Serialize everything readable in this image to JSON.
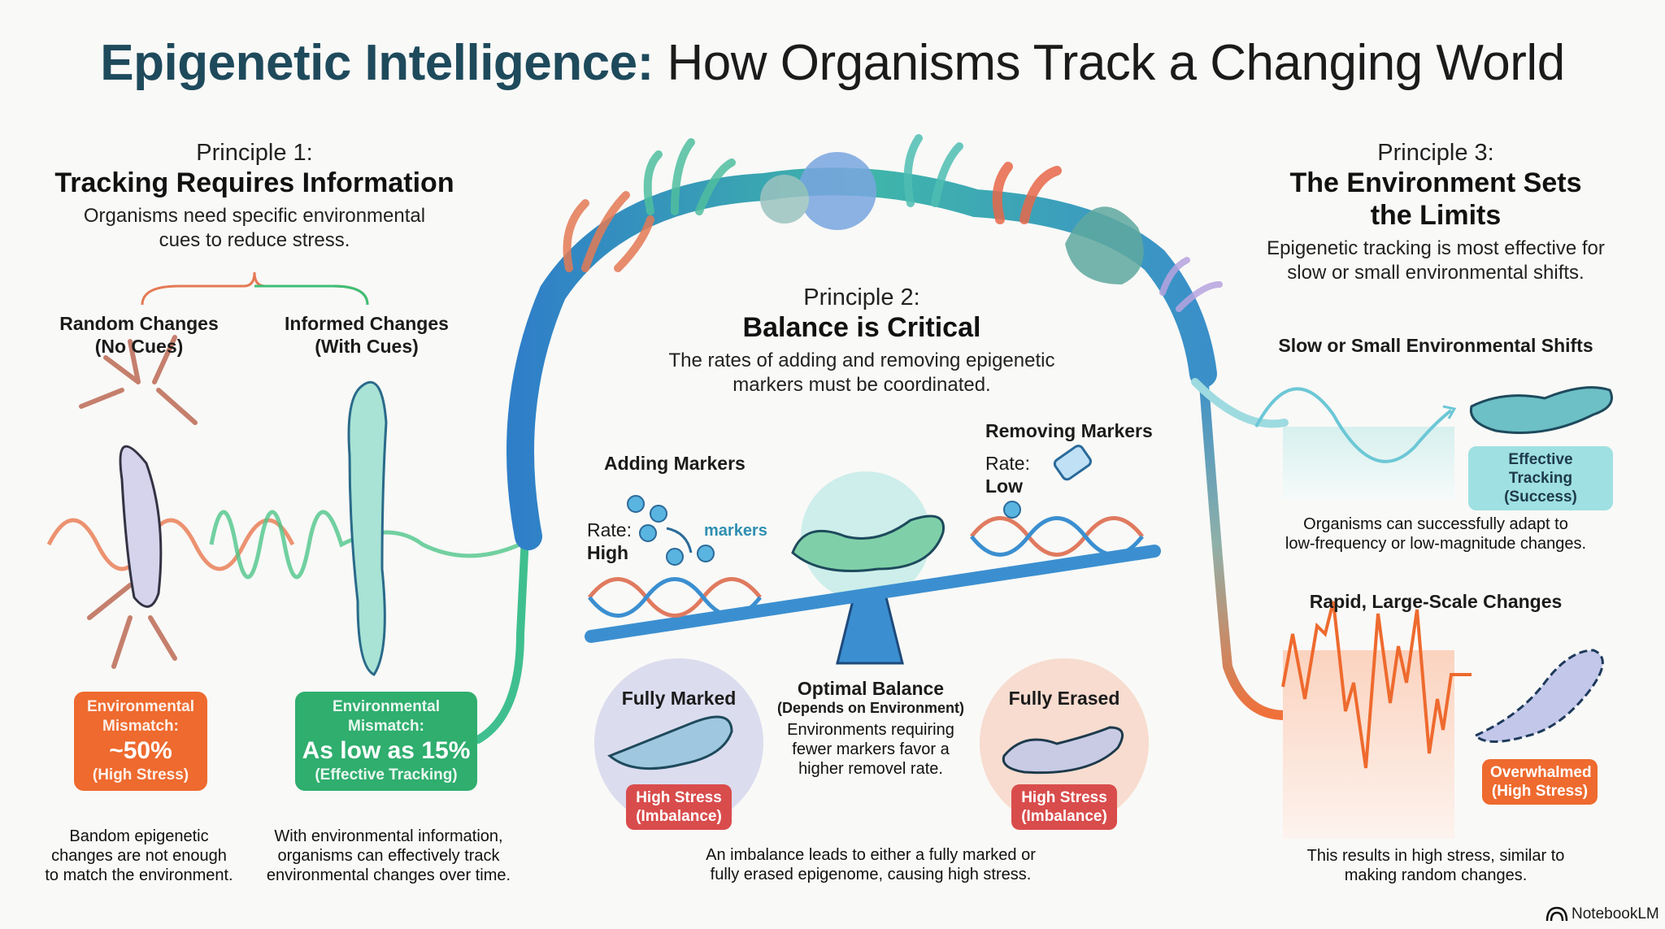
{
  "title": {
    "bold": "Epigenetic Intelligence:",
    "rest": " How Organisms Track a Changing World"
  },
  "principle1": {
    "label": "Principle 1:",
    "heading": "Tracking Requires Information",
    "description": [
      "Organisms need specific environmental",
      "cues to reduce stress."
    ],
    "random": {
      "title": "Random Changes",
      "sub": "(No Cues)",
      "box_line1": "Environmental",
      "box_line2": "Mismatch:",
      "box_value": "~50%",
      "box_note": "(High Stress)",
      "caption": [
        "Bandom epigenetic",
        "changes are not enough",
        "to match the environment."
      ]
    },
    "informed": {
      "title": "Informed Changes",
      "sub": "(With Cues)",
      "box_line1": "Environmental",
      "box_line2": "Mismatch:",
      "box_value": "As low as 15%",
      "box_note": "(Effective Tracking)",
      "caption": [
        "With environmental information,",
        "organisms can effectively track",
        "environmental changes over time."
      ]
    }
  },
  "principle2": {
    "label": "Principle 2:",
    "heading": "Balance is Critical",
    "description": [
      "The rates of adding and removing epigenetic",
      "markers must be coordinated."
    ],
    "adding": {
      "title": "Adding Markers",
      "rate_label": "Rate:",
      "rate_value": "High",
      "markers_label": "markers"
    },
    "removing": {
      "title": "Removing Markers",
      "rate_label": "Rate:",
      "rate_value": "Low"
    },
    "fully_marked": {
      "title": "Fully Marked",
      "tag": [
        "High Stress",
        "(Imbalance)"
      ]
    },
    "fully_erased": {
      "title": "Fully Erased",
      "tag": [
        "High Stress",
        "(Imbalance)"
      ]
    },
    "optimal": {
      "title": "Optimal Balance",
      "sub": "(Depends on Environment)",
      "text": [
        "Environments requiring",
        "fewer markers favor a",
        "higher removel rate."
      ]
    },
    "caption": [
      "An imbalance leads to either a fully marked or",
      "fully erased epigenome, causing high stress."
    ]
  },
  "principle3": {
    "label": "Principle 3:",
    "heading": [
      "The Environment Sets",
      "the Limits"
    ],
    "description": [
      "Epigenetic tracking is most effective for",
      "slow or small environmental shifts."
    ],
    "slow": {
      "title": "Slow or Small Environmental Shifts",
      "tag": [
        "Effective Tracking",
        "(Success)"
      ],
      "caption": [
        "Organisms can successfully adapt to",
        "low-frequency or low-magnitude changes."
      ]
    },
    "rapid": {
      "title": "Rapid, Large-Scale Changes",
      "tag": [
        "Overwhalmed",
        "(High Stress)"
      ],
      "caption": [
        "This results in high stress, similar to",
        "making random changes."
      ]
    }
  },
  "brand": "NotebookLM",
  "colors": {
    "orange": "#ee6a2e",
    "green": "#2fae6e",
    "red": "#d94c4c",
    "teal": "#8fdde0",
    "title": "#1e4a5c"
  }
}
